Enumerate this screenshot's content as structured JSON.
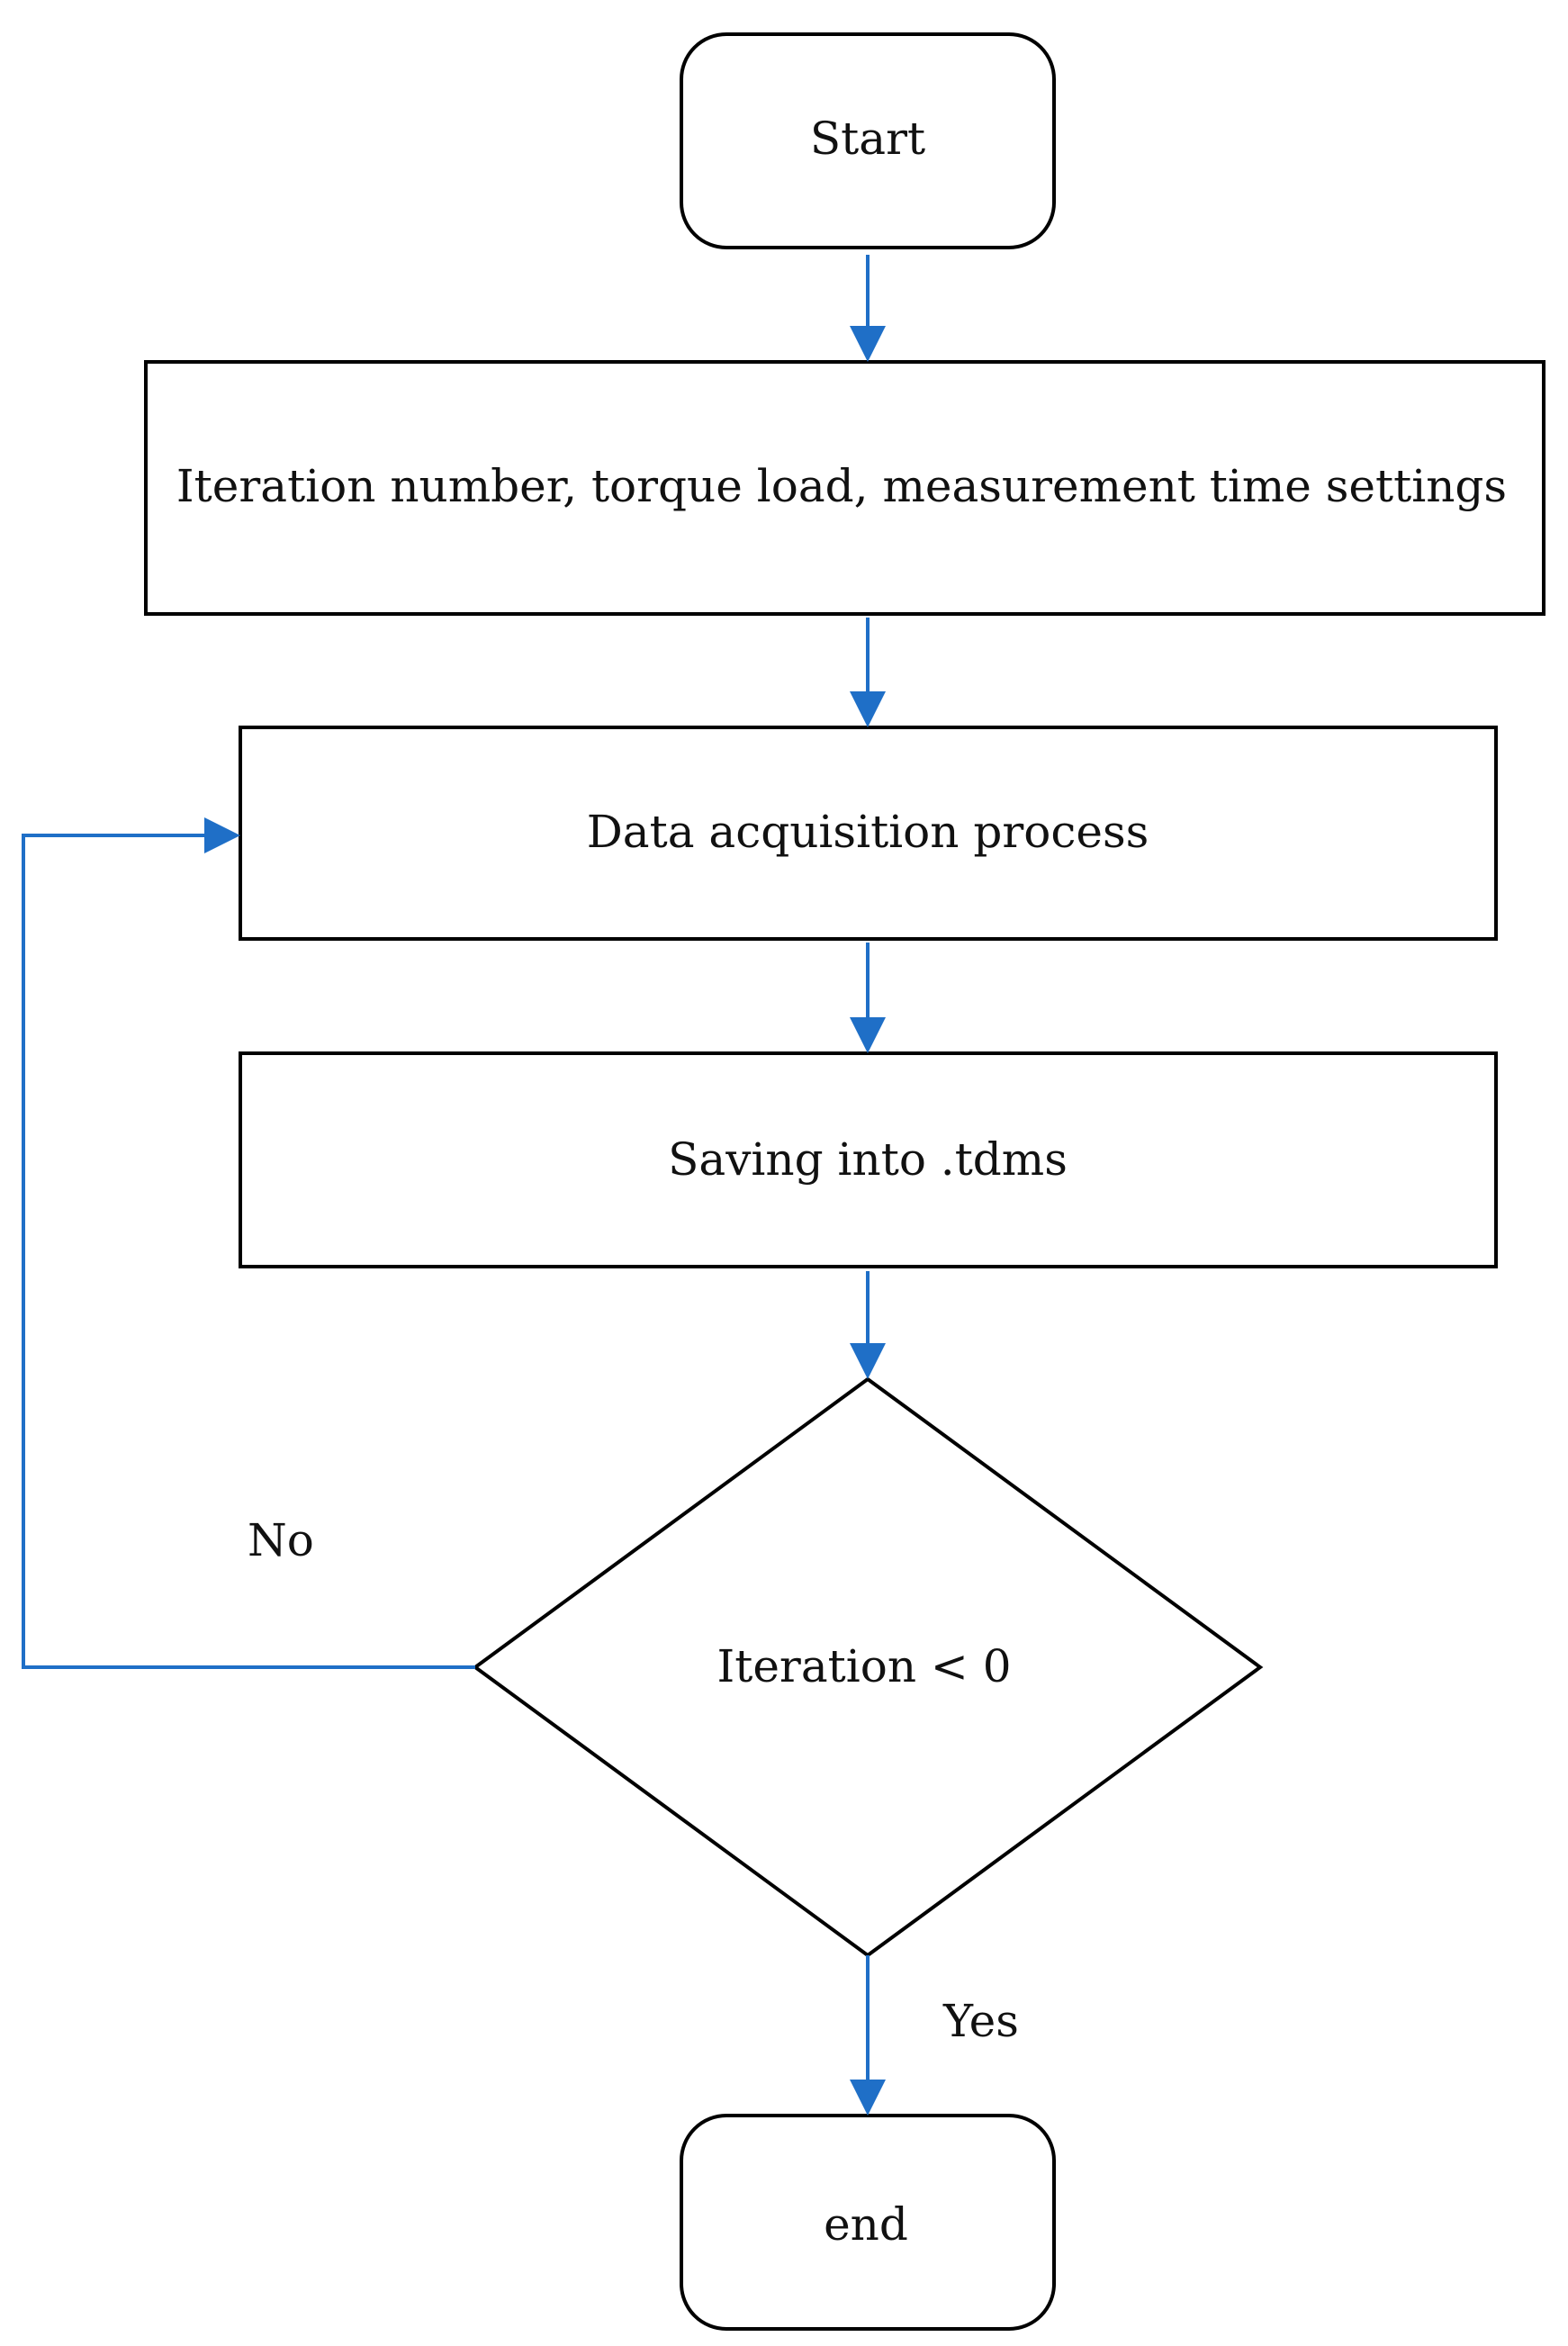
{
  "diagram": {
    "type": "flowchart",
    "accent_color": "#1f6fc7",
    "nodes": {
      "start": "Start",
      "settings": "Iteration number, torque load, measurement time settings",
      "acquisition": "Data acquisition process",
      "saving": "Saving into .tdms",
      "decision": "Iteration < 0",
      "end": "end"
    },
    "edges": {
      "no_label": "No",
      "yes_label": "Yes"
    }
  }
}
